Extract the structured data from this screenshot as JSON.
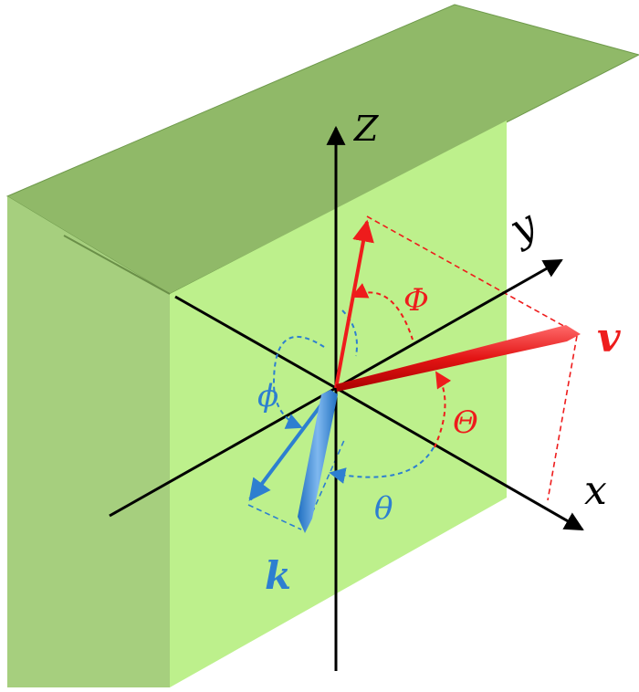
{
  "labels": {
    "z_axis": "Z",
    "y_axis": "y",
    "x_axis": "x",
    "v_vector": "v",
    "k_vector": "k",
    "Phi_angle": "Φ",
    "Theta_angle": "Θ",
    "phi_angle": "ϕ",
    "theta_angle": "θ"
  },
  "colors": {
    "block_front": "#bdf08c",
    "block_top": "#90b968",
    "block_side": "#a6cf7e",
    "axis": "#000000",
    "v_vector": "#ee1c1c",
    "k_vector": "#2d7fd0"
  }
}
